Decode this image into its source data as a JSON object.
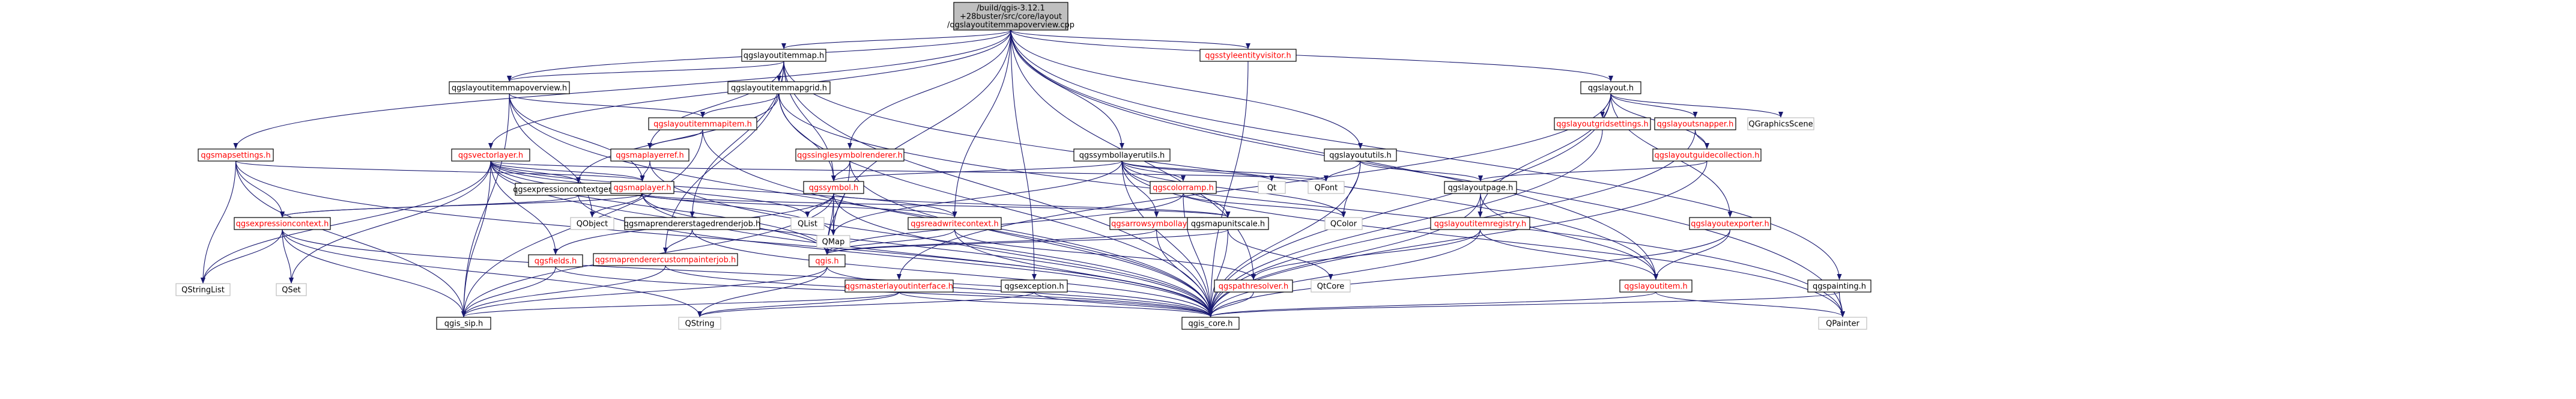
{
  "colors": {
    "root_fill": "#bfbfbf",
    "node_fill": "#ffffff",
    "node_border": "#000000",
    "node_border_missing": "#bfbfbf",
    "text_normal": "#000000",
    "text_highlight": "#ff0000",
    "edge": "#191970"
  },
  "nodes": [
    {
      "id": "root",
      "label": "/build/qgis-3.12.1\n+28buster/src/core/layout\n/qgslayoutitemmapoverview.cpp",
      "style": "root"
    },
    {
      "id": "layoutitemmap",
      "label": "qgslayoutitemmap.h",
      "style": "normal"
    },
    {
      "id": "styleentity",
      "label": "qgsstyleentityvisitor.h",
      "style": "red"
    },
    {
      "id": "itemmapoverview",
      "label": "qgslayoutitemmapoverview.h",
      "style": "normal"
    },
    {
      "id": "itemmapgrid",
      "label": "qgslayoutitemmapgrid.h",
      "style": "normal"
    },
    {
      "id": "layout",
      "label": "qgslayout.h",
      "style": "normal"
    },
    {
      "id": "itemmapitem",
      "label": "qgslayoutitemmapitem.h",
      "style": "red"
    },
    {
      "id": "gridsettings",
      "label": "qgslayoutgridsettings.h",
      "style": "red"
    },
    {
      "id": "snapper",
      "label": "qgslayoutsnapper.h",
      "style": "red"
    },
    {
      "id": "graphicsscene",
      "label": "QGraphicsScene",
      "style": "missing"
    },
    {
      "id": "mapsettings",
      "label": "qgsmapsettings.h",
      "style": "red"
    },
    {
      "id": "vectorlayer",
      "label": "qgsvectorlayer.h",
      "style": "red"
    },
    {
      "id": "maplayerref",
      "label": "qgsmaplayerref.h",
      "style": "red"
    },
    {
      "id": "singlesymbol",
      "label": "qgssinglesymbolrenderer.h",
      "style": "red"
    },
    {
      "id": "symbollayerutils",
      "label": "qgssymbollayerutils.h",
      "style": "normal"
    },
    {
      "id": "layoututils",
      "label": "qgslayoututils.h",
      "style": "normal"
    },
    {
      "id": "guidecollection",
      "label": "qgslayoutguidecollection.h",
      "style": "red"
    },
    {
      "id": "exprctxgen",
      "label": "qgsexpressioncontextgenerator.h",
      "style": "normal"
    },
    {
      "id": "maplayer",
      "label": "qgsmaplayer.h",
      "style": "red"
    },
    {
      "id": "symbol",
      "label": "qgssymbol.h",
      "style": "red"
    },
    {
      "id": "colorramp",
      "label": "qgscolorramp.h",
      "style": "red"
    },
    {
      "id": "qt",
      "label": "Qt",
      "style": "missing"
    },
    {
      "id": "qfont",
      "label": "QFont",
      "style": "missing"
    },
    {
      "id": "layoutpage",
      "label": "qgslayoutpage.h",
      "style": "normal"
    },
    {
      "id": "exporter",
      "label": "qgslayoutexporter.h",
      "style": "red"
    },
    {
      "id": "qobject",
      "label": "QObject",
      "style": "missing"
    },
    {
      "id": "maprendererstaged",
      "label": "qgsmaprendererstagedrenderjob.h",
      "style": "normal"
    },
    {
      "id": "qlist",
      "label": "QList",
      "style": "missing"
    },
    {
      "id": "qmap",
      "label": "QMap",
      "style": "missing"
    },
    {
      "id": "readerctx",
      "label": "qgsreadwritecontext.h",
      "style": "red"
    },
    {
      "id": "arrowsymbol",
      "label": "qgsarrowsymbollayer.h",
      "style": "red"
    },
    {
      "id": "mapunitscale",
      "label": "qgsmapunitscale.h",
      "style": "normal"
    },
    {
      "id": "qcolor",
      "label": "QColor",
      "style": "missing"
    },
    {
      "id": "itemregistry",
      "label": "qgslayoutitemregistry.h",
      "style": "red"
    },
    {
      "id": "exprcontext",
      "label": "qgsexpressioncontext.h",
      "style": "red"
    },
    {
      "id": "mapcustompainter",
      "label": "qgsmaprenderercustompainterjob.h",
      "style": "red"
    },
    {
      "id": "qgis",
      "label": "qgis.h",
      "style": "red"
    },
    {
      "id": "qgsfields",
      "label": "qgsfields.h",
      "style": "red"
    },
    {
      "id": "masterlayout",
      "label": "qgsmasterlayoutinterface.h",
      "style": "red"
    },
    {
      "id": "qgsexception",
      "label": "qgsexception.h",
      "style": "normal"
    },
    {
      "id": "pathresolver",
      "label": "qgspathresolver.h",
      "style": "red"
    },
    {
      "id": "qcore",
      "label": "QtCore",
      "style": "missing"
    },
    {
      "id": "layoutitem",
      "label": "qgslayoutitem.h",
      "style": "red"
    },
    {
      "id": "qgspainting",
      "label": "qgspainting.h",
      "style": "normal"
    },
    {
      "id": "qstringlist",
      "label": "QStringList",
      "style": "missing"
    },
    {
      "id": "qset",
      "label": "QSet",
      "style": "missing"
    },
    {
      "id": "qgissip",
      "label": "qgis_sip.h",
      "style": "normal"
    },
    {
      "id": "qstring",
      "label": "QString",
      "style": "missing"
    },
    {
      "id": "qgiscore",
      "label": "qgis_core.h",
      "style": "normal"
    },
    {
      "id": "qpainter",
      "label": "QPainter",
      "style": "missing"
    }
  ]
}
